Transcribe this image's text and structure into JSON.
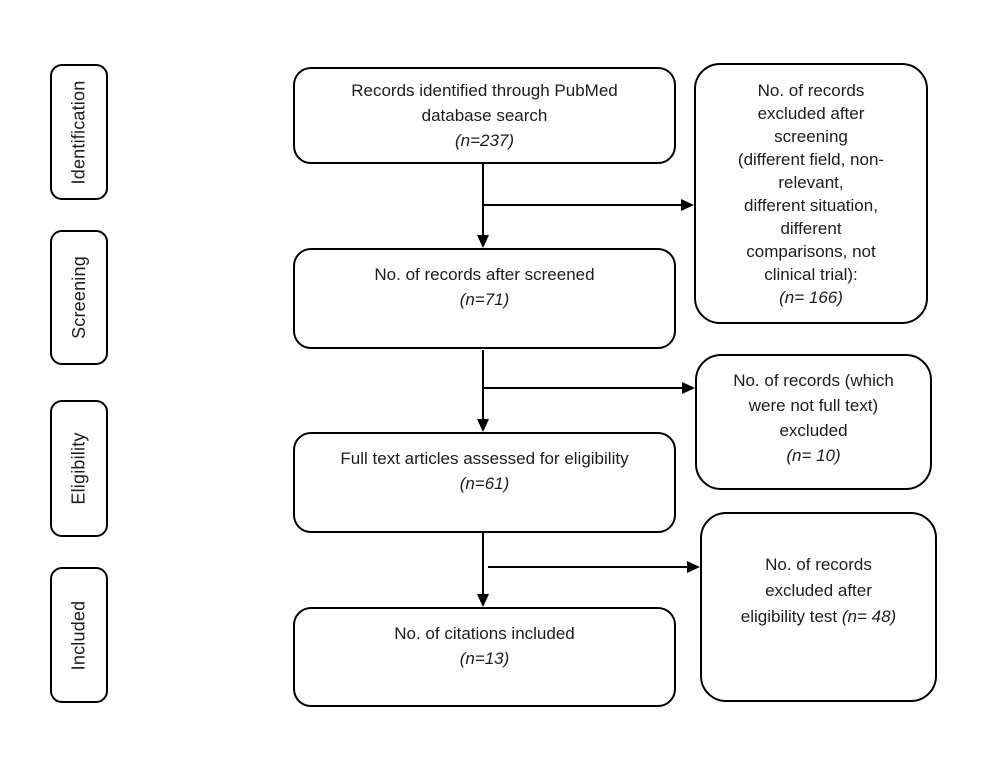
{
  "figure": {
    "type": "prisma-flow-diagram",
    "background_color": "#ffffff",
    "line_color": "#000000"
  },
  "stages": {
    "items": [
      {
        "label": "Identification"
      },
      {
        "label": "Screening"
      },
      {
        "label": "Eligibility"
      },
      {
        "label": "Included"
      }
    ]
  },
  "flow": {
    "boxes": [
      {
        "line1": "Records identified through PubMed",
        "line2": "database search",
        "n": "(n=237)"
      },
      {
        "line1": "No. of records after screened",
        "n": "(n=71)"
      },
      {
        "line1": "Full text articles assessed for eligibility",
        "n": "(n=61)"
      },
      {
        "line1": "No. of citations included",
        "n": "(n=13)"
      }
    ]
  },
  "exclusions": {
    "boxes": [
      {
        "lines": [
          "No. of records",
          "excluded after",
          "screening",
          "(different field, non-",
          "relevant,",
          "different situation,",
          "different",
          "comparisons, not",
          "clinical trial):"
        ],
        "n": "(n= 166)"
      },
      {
        "lines": [
          "No. of records (which",
          "were not full text)",
          "excluded"
        ],
        "n": "(n= 10)"
      },
      {
        "lines": [
          "No. of records",
          "excluded after"
        ],
        "inline_prefix": "eligibility test ",
        "n": "(n= 48)"
      }
    ]
  }
}
